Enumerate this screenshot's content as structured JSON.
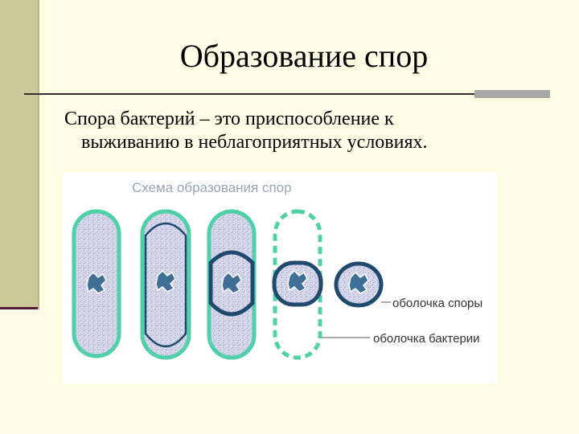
{
  "slide": {
    "title": "Образование спор",
    "body_line1": "Спора бактерий – это приспособление к",
    "body_line2": "выживанию в неблагоприятных условиях."
  },
  "diagram": {
    "heading": "Схема образования спор",
    "label_spore_shell": "оболочка споры",
    "label_bacteria_shell": "оболочка бактерии"
  },
  "colors": {
    "background": "#fdfde6",
    "accent_band": "#c9c99a",
    "cell_wall": "#4fd0a8",
    "spore_wall": "#1f4a6e",
    "cytoplasm": "#cfcfe6",
    "nucleoid": "#3f6f96"
  }
}
